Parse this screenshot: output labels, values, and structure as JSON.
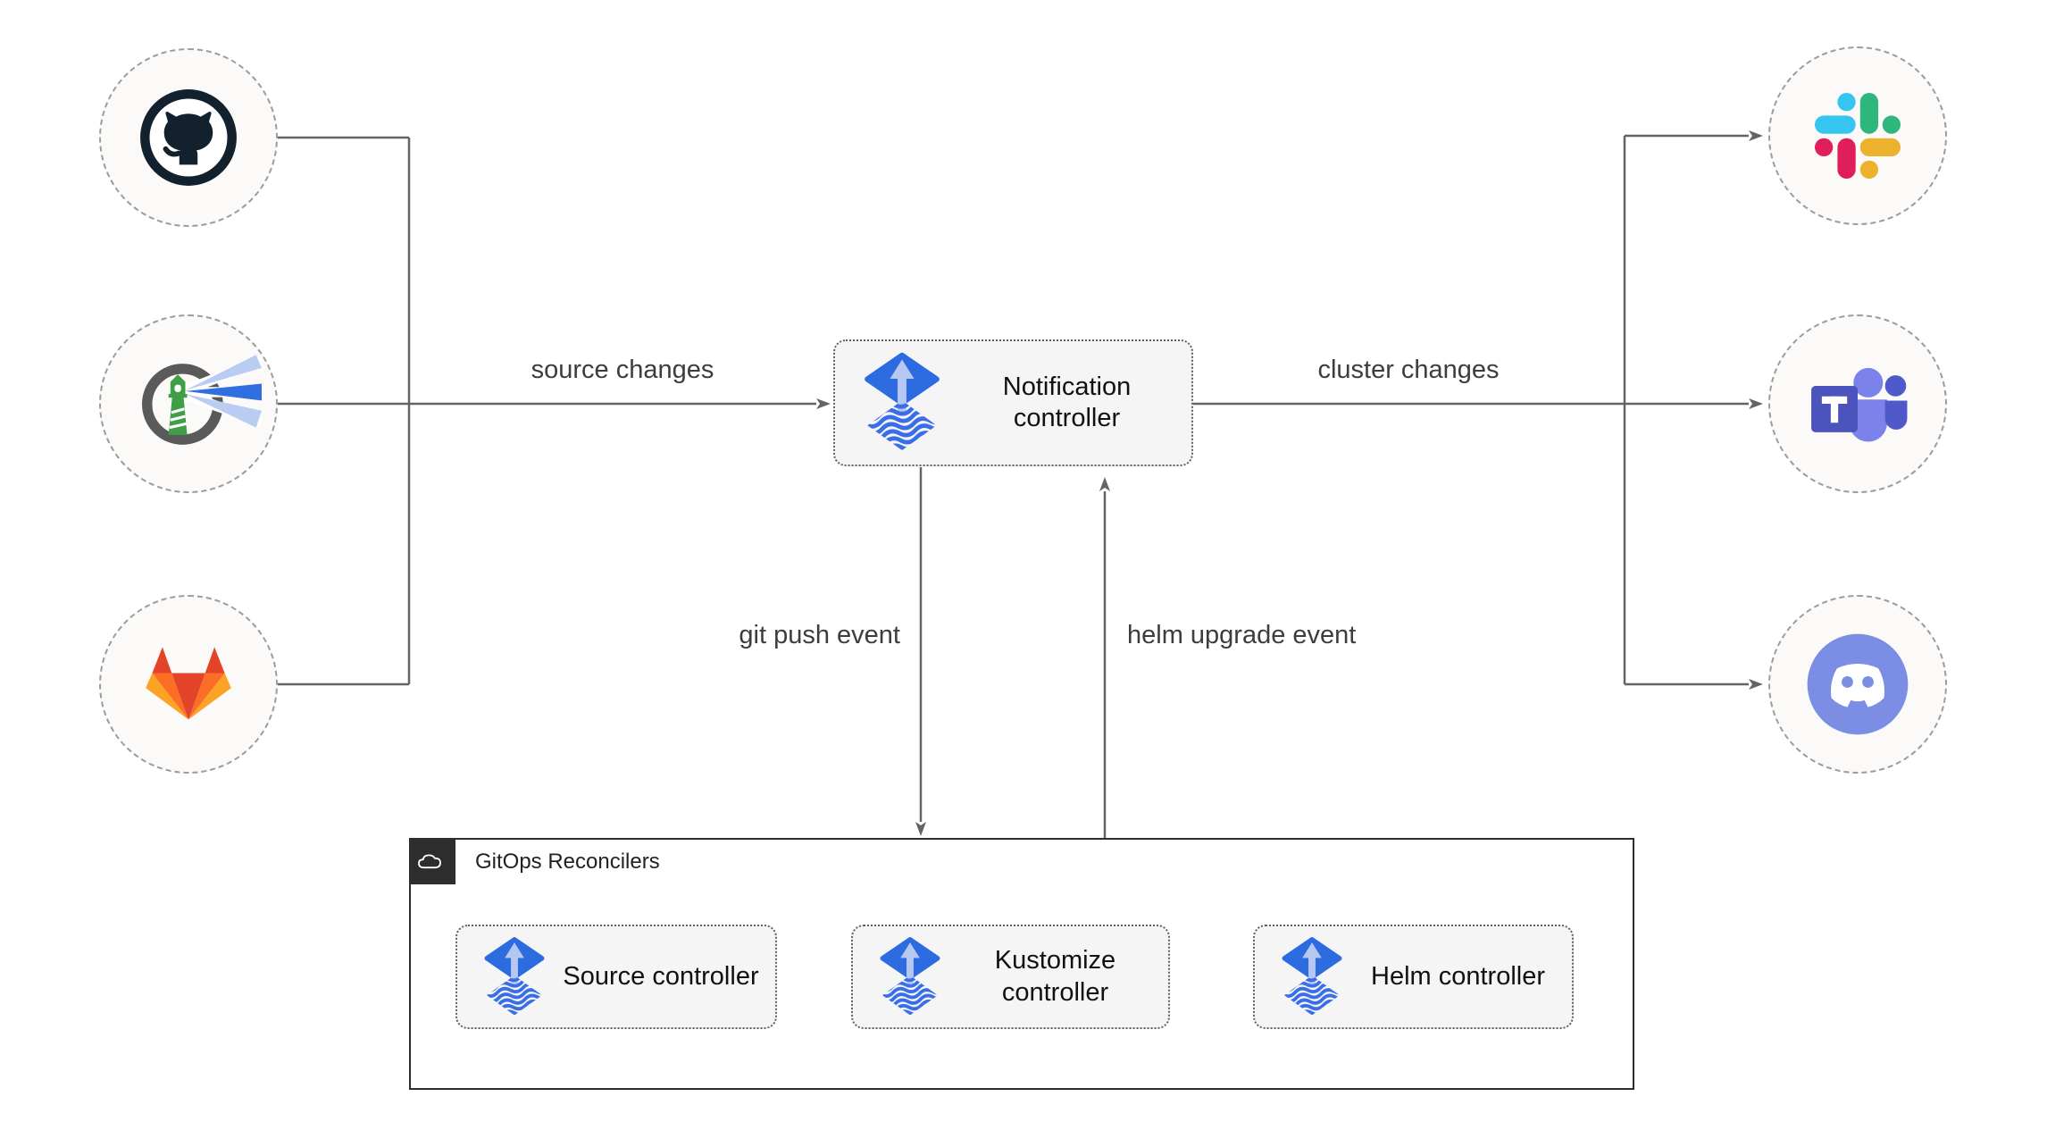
{
  "diagram": {
    "title": "Flux notification controller flow",
    "sources": [
      {
        "name": "GitHub",
        "icon": "github-icon"
      },
      {
        "name": "Harbor",
        "icon": "harbor-icon"
      },
      {
        "name": "GitLab",
        "icon": "gitlab-icon"
      }
    ],
    "notification_controller": {
      "label": "Notification controller"
    },
    "targets": [
      {
        "name": "Slack",
        "icon": "slack-icon"
      },
      {
        "name": "Microsoft Teams",
        "icon": "teams-icon"
      },
      {
        "name": "Discord",
        "icon": "discord-icon"
      }
    ],
    "edge_labels": {
      "source_changes": "source changes",
      "cluster_changes": "cluster changes",
      "git_push_event": "git push event",
      "helm_upgrade_event": "helm upgrade event"
    },
    "reconcilers": {
      "title": "GitOps Reconcilers",
      "badge_icon": "cloud-icon",
      "controllers": [
        {
          "label": "Source controller",
          "icon": "flux-icon"
        },
        {
          "label": "Kustomize controller",
          "icon": "flux-icon"
        },
        {
          "label": "Helm controller",
          "icon": "flux-icon"
        }
      ]
    },
    "colors": {
      "connector": "#646464",
      "box_fill": "#f5f5f5",
      "box_border": "#5f5f5f",
      "circle_fill": "#fbfaf8",
      "circle_border": "#9c9c9c",
      "container_border": "#2d2d2d",
      "badge_bg": "#2d2d2d",
      "flux_blue": "#2c6be0",
      "flux_light_blue": "#b6c8f1",
      "github_navy": "#13202e",
      "harbor_green": "#3f9e46",
      "gitlab_red": "#e24329",
      "gitlab_orange": "#fc6d26",
      "gitlab_yellow": "#fca326",
      "slack_blue": "#36C5F0",
      "slack_green": "#2EB67D",
      "slack_red": "#E01E5A",
      "slack_yellow": "#ECB22E",
      "teams_indigo": "#4b53bc",
      "teams_light": "#7b83eb",
      "discord_blurple": "#7b8ee4"
    }
  }
}
